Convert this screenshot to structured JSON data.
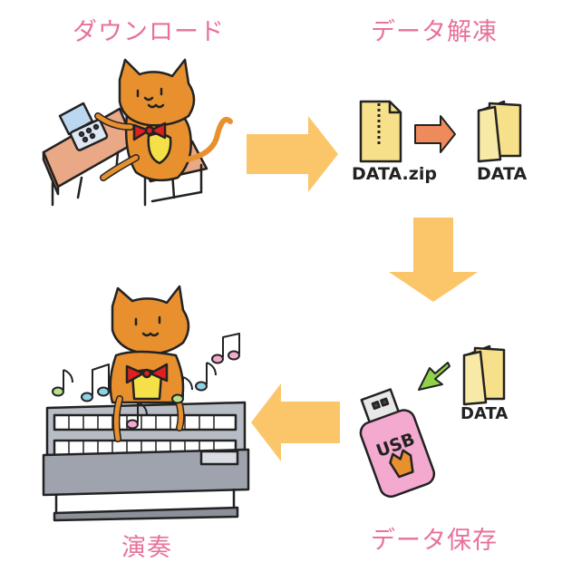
{
  "steps": {
    "download": {
      "label": "ダウンロード"
    },
    "extract": {
      "label": "データ解凍"
    },
    "save": {
      "label": "データ保存"
    },
    "play": {
      "label": "演奏"
    }
  },
  "files": {
    "zip_name": "DATA.zip",
    "folder_name": "DATA",
    "folder_name_2": "DATA",
    "usb_label": "USB"
  },
  "colors": {
    "label_pink": "#e8719c",
    "flow_arrow": "#fbc66a",
    "cat_orange": "#e8902e",
    "bow_red": "#e02020",
    "folder_yellow": "#f6e08a",
    "usb_pink": "#f4a9cf",
    "small_arrow_orange": "#ef8a5c",
    "small_arrow_green": "#8fd14a"
  }
}
